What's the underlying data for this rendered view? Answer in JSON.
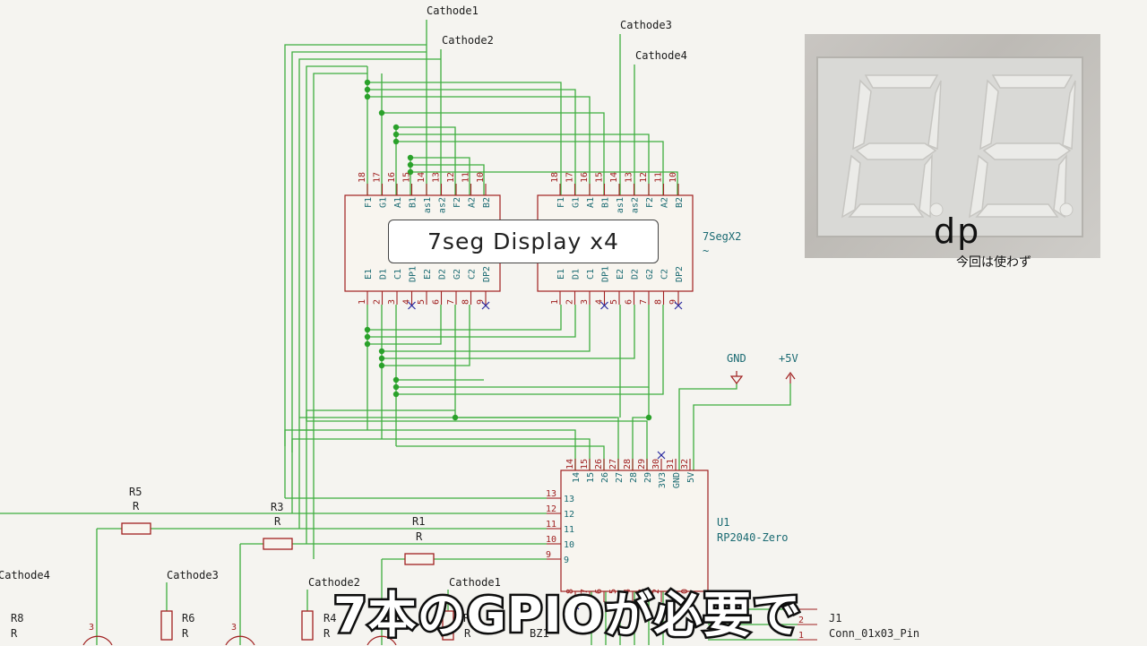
{
  "overlay": {
    "title": "7seg Display x4",
    "subtitle": "7本のGPIOが必要で",
    "photo_label": "dp",
    "photo_note": "今回は使わず"
  },
  "cathodes": {
    "c1": "Cathode1",
    "c2": "Cathode2",
    "c3": "Cathode3",
    "c4": "Cathode4"
  },
  "display": {
    "ref": "7SegX2",
    "value": "~",
    "top_pins": [
      "18",
      "17",
      "16",
      "15",
      "14",
      "13",
      "12",
      "11",
      "10"
    ],
    "top_names": [
      "F1",
      "G1",
      "A1",
      "B1",
      "as1",
      "as2",
      "F2",
      "A2",
      "B2"
    ],
    "bottom_pins": [
      "1",
      "2",
      "3",
      "4",
      "5",
      "6",
      "7",
      "8",
      "9"
    ],
    "bottom_names": [
      "E1",
      "D1",
      "C1",
      "DP1",
      "E2",
      "D2",
      "G2",
      "C2",
      "DP2"
    ]
  },
  "mcu": {
    "ref": "U1",
    "value": "RP2040-Zero",
    "top_pins": [
      "14",
      "15",
      "26",
      "27",
      "28",
      "29",
      "30",
      "31",
      "32"
    ],
    "top_names": [
      "14",
      "15",
      "26",
      "27",
      "28",
      "29",
      "3V3",
      "GND",
      "5V"
    ],
    "left_pins": [
      "13",
      "12",
      "11",
      "10",
      "9"
    ],
    "left_names": [
      "13",
      "12",
      "11",
      "10",
      "9"
    ],
    "bottom_pins": [
      "8",
      "7",
      "6",
      "5",
      "4",
      "3",
      "2",
      "1",
      "0"
    ]
  },
  "power": {
    "gnd": "GND",
    "vcc": "+5V"
  },
  "resistors": [
    {
      "ref": "R5",
      "value": "R"
    },
    {
      "ref": "R3",
      "value": "R"
    },
    {
      "ref": "R1",
      "value": "R"
    },
    {
      "ref": "R8",
      "value": "R"
    },
    {
      "ref": "R6",
      "value": "R"
    },
    {
      "ref": "R4",
      "value": "R"
    },
    {
      "ref": "R2",
      "value": "R"
    }
  ],
  "connector": {
    "ref": "J1",
    "value": "Conn_01x03_Pin",
    "pins": [
      "2",
      "1"
    ]
  },
  "buzzer": {
    "ref": "BZ1"
  },
  "transistor_pin": "3"
}
